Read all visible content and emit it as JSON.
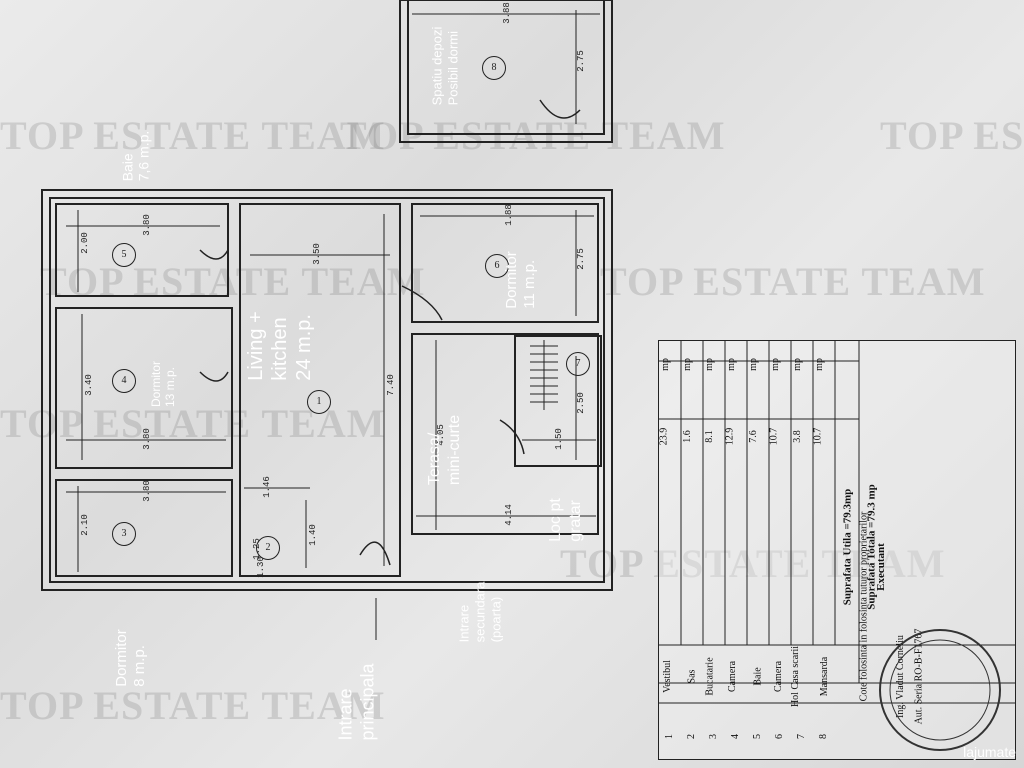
{
  "watermarks": [
    "TOP ESTATE TEAM",
    "TOP ESTATE TEAM",
    "TOP ESTATE TEAM",
    "TOP ESTATE TEAM",
    "TOP ESTATE TEAM",
    "TOP ESTATE TEAM",
    "TOP ESTATE TEAM",
    "TOP ESTATE TEAM"
  ],
  "labels": {
    "baie": "Baie\n7,6 m.p.",
    "living": "Living +\nkitchen\n24 m.p.",
    "dormitor4": "Dormitor\n13 m.p.",
    "dormitor3": "Dormitor\n8 m.p.",
    "dormitor6": "Dormitor\n11 m.p.",
    "terasa": "Terasa/\nmini-curte",
    "loc": "Loc pt\ngratar",
    "intrare_secundara": "Intrare\nsecundara\n(poarta)",
    "intrare_principala": "Intrare\nprincipala",
    "spatiu": "Spatiu depozi\nPosibil dormi"
  },
  "rooms": {
    "r1": "1",
    "r2": "2",
    "r3": "3",
    "r4": "4",
    "r5": "5",
    "r6": "6",
    "r7": "7",
    "r8": "8"
  },
  "dims": {
    "d380a": "3.80",
    "d380b": "3.80",
    "d380c": "3.80",
    "d200": "2.00",
    "d340": "3.40",
    "d210": "2.10",
    "d350": "3.50",
    "d740": "7.40",
    "d146": "1.46",
    "d140": "1.40",
    "d125": "1.25",
    "d130": "1.30",
    "d188": "1.88",
    "d275a": "2.75",
    "d405": "4.05",
    "d250": "2.50",
    "d150": "1.50",
    "d414": "4.14",
    "d388": "3.88",
    "d275b": "2.75"
  },
  "table": {
    "rows": [
      {
        "nr": "1",
        "name": "Vestibul",
        "area": "23.9",
        "unit": "mp"
      },
      {
        "nr": "2",
        "name": "Sas",
        "area": "1.6",
        "unit": "mp"
      },
      {
        "nr": "3",
        "name": "Bucatarie",
        "area": "8.1",
        "unit": "mp"
      },
      {
        "nr": "4",
        "name": "Camera",
        "area": "12.9",
        "unit": "mp"
      },
      {
        "nr": "5",
        "name": "Baie",
        "area": "7.6",
        "unit": "mp"
      },
      {
        "nr": "6",
        "name": "Camera",
        "area": "10.7",
        "unit": "mp"
      },
      {
        "nr": "7",
        "name": "Hol Casa scarii",
        "area": "3.8",
        "unit": "mp"
      },
      {
        "nr": "8",
        "name": "Mansarda",
        "area": "10.7",
        "unit": "mp"
      }
    ],
    "utila": "Suprafata Utila =79.3mp",
    "totala": "Suprafata Totala =79.3 mp",
    "executant": "Executant",
    "folosinta": "Cote folosinta in folosinta tuturor proprietarilor",
    "ing": "Ing. Vladut Corneliu",
    "aut": "Aut. Seria RO-B-F1767"
  },
  "logo": "lajumate"
}
